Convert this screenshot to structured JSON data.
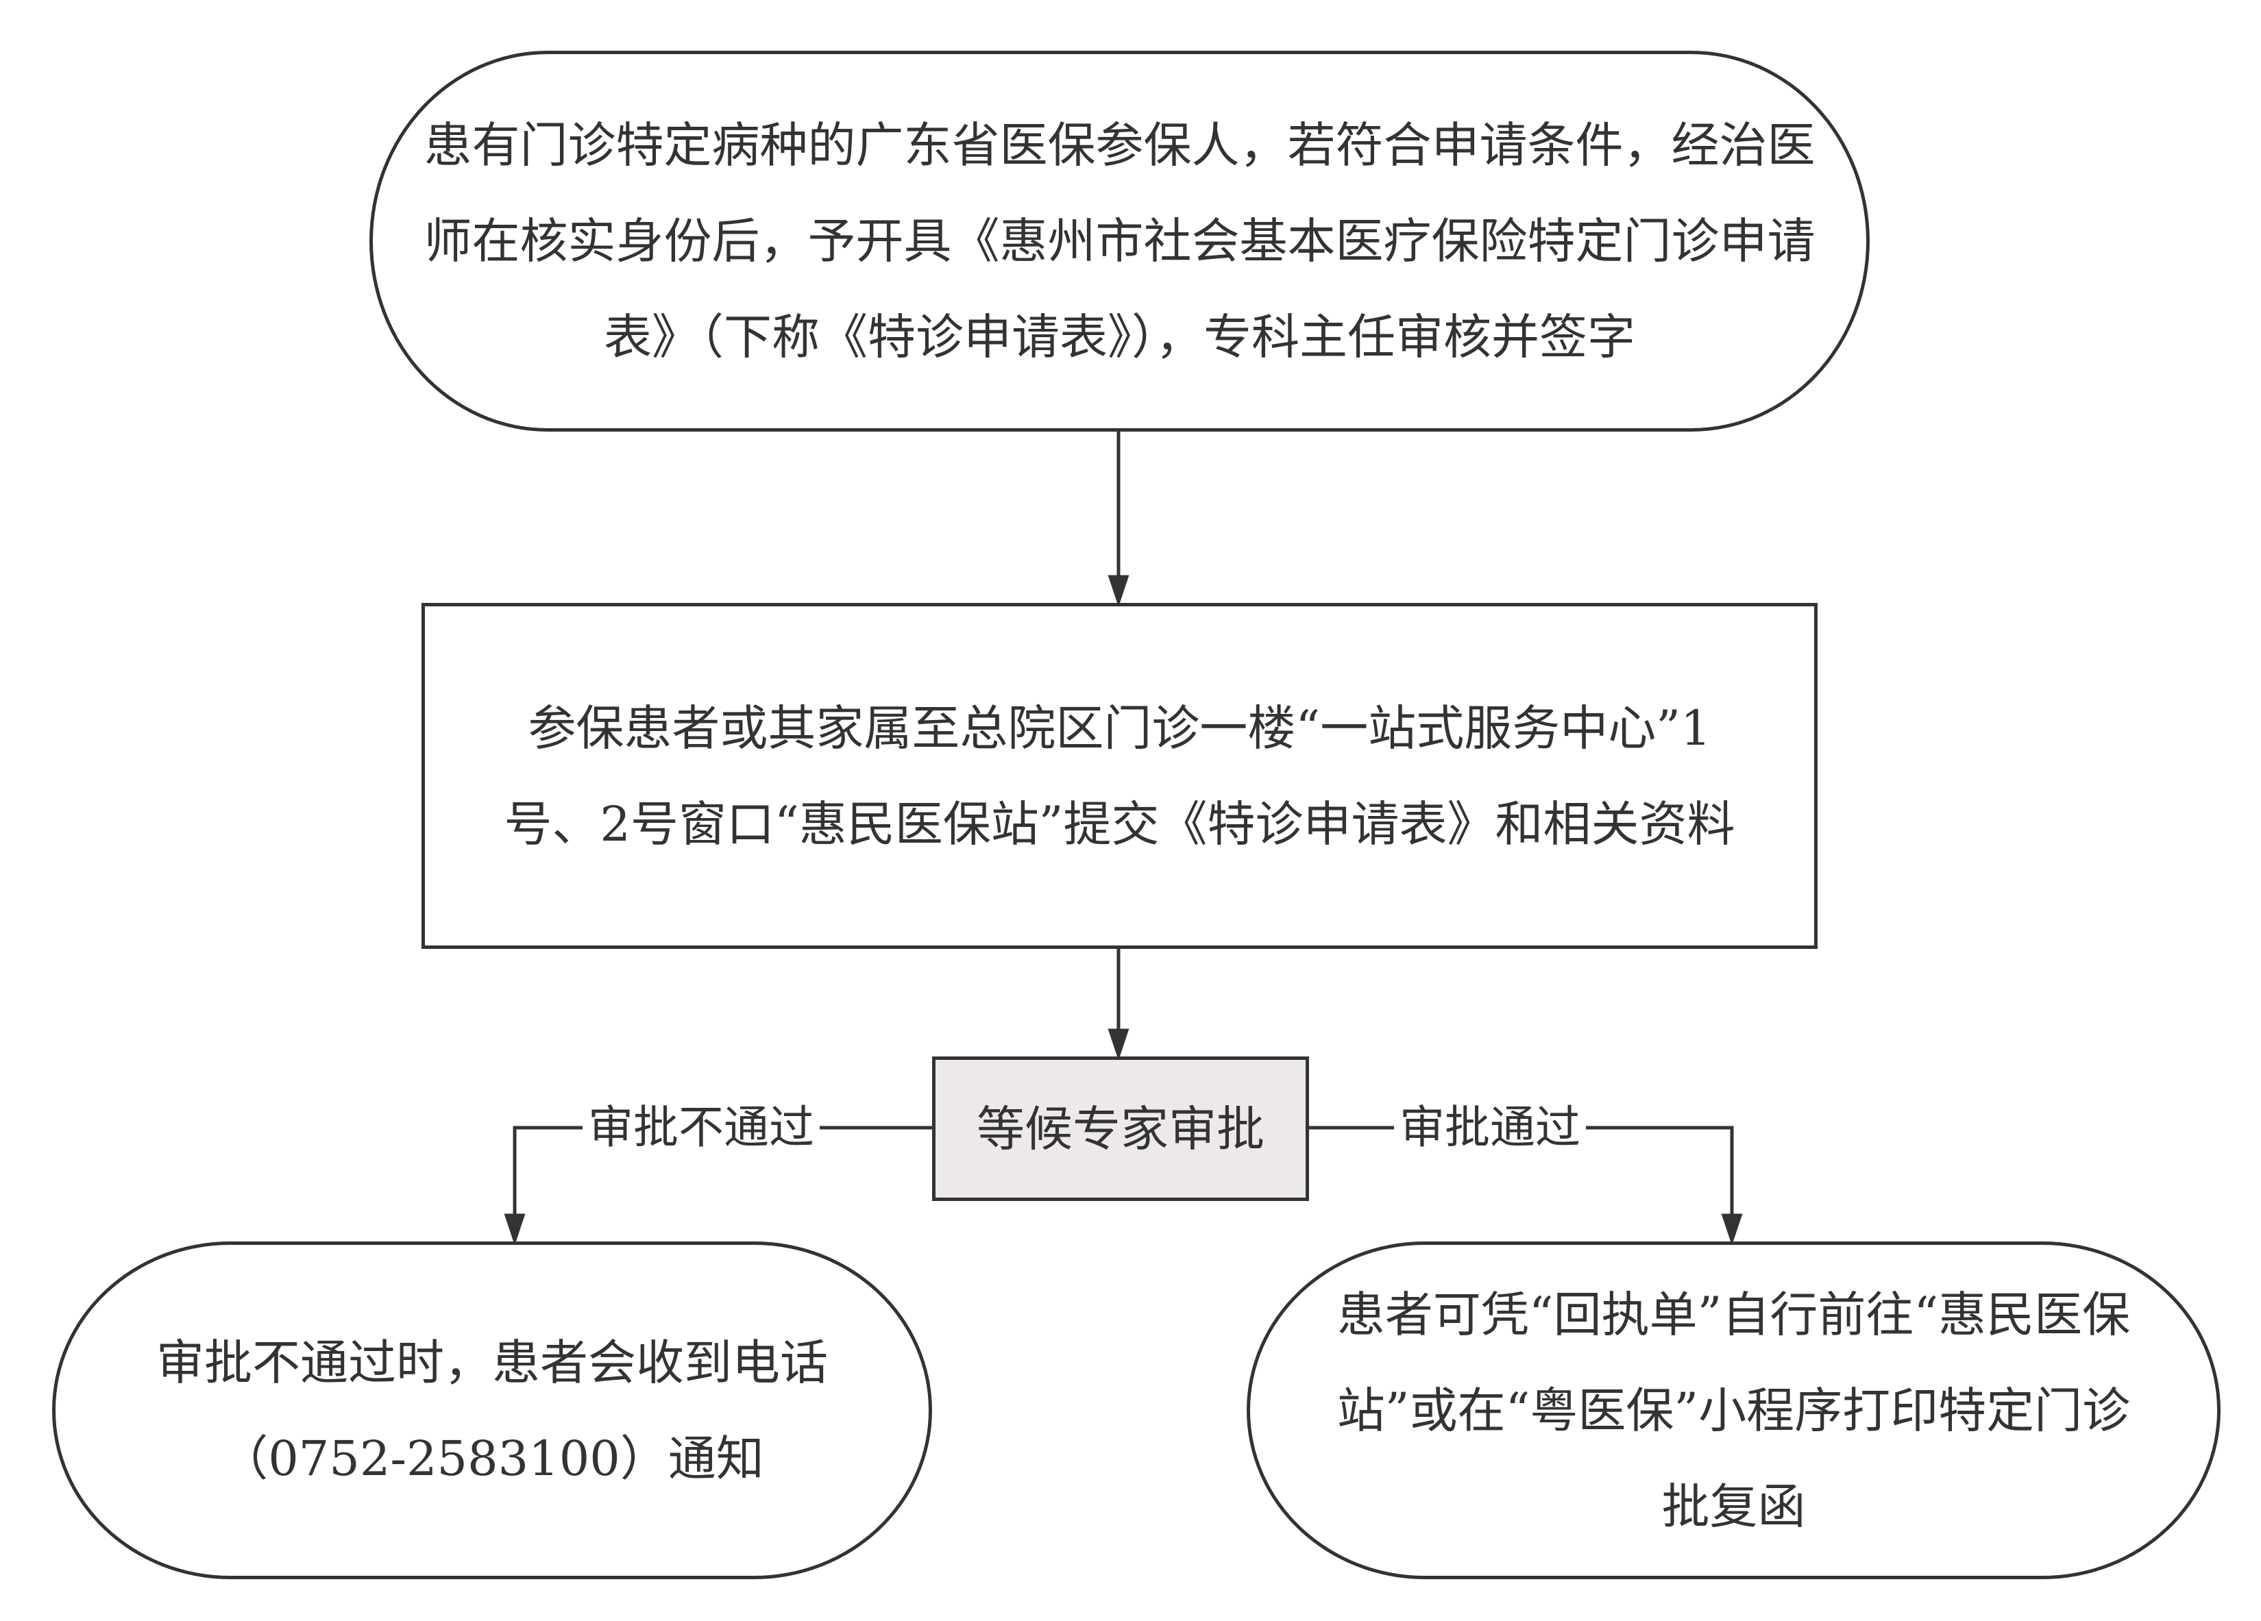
{
  "nodes": {
    "start": {
      "lines": [
        "患有门诊特定病种的广东省医保参保人，若符合申请条件，经治医",
        "师在核实身份后，予开具《惠州市社会基本医疗保险特定门诊申请",
        "表》（下称《特诊申请表》），专科主任审核并签字"
      ]
    },
    "submit": {
      "lines": [
        "参保患者或其家属至总院区门诊一楼“一站式服务中心”1",
        "号、2号窗口“惠民医保站”提交《特诊申请表》和相关资料"
      ]
    },
    "wait": {
      "label": "等候专家审批",
      "fill": "#ede9e8"
    },
    "rejected": {
      "lines": [
        "审批不通过时，患者会收到电话",
        "（0752-2583100）通知"
      ]
    },
    "approved": {
      "lines": [
        "患者可凭“回执单”自行前往“惠民医保",
        "站”或在“粤医保”小程序打印特定门诊",
        "批复函"
      ]
    }
  },
  "edges": {
    "reject_label": "审批不通过",
    "approve_label": "审批通过"
  }
}
